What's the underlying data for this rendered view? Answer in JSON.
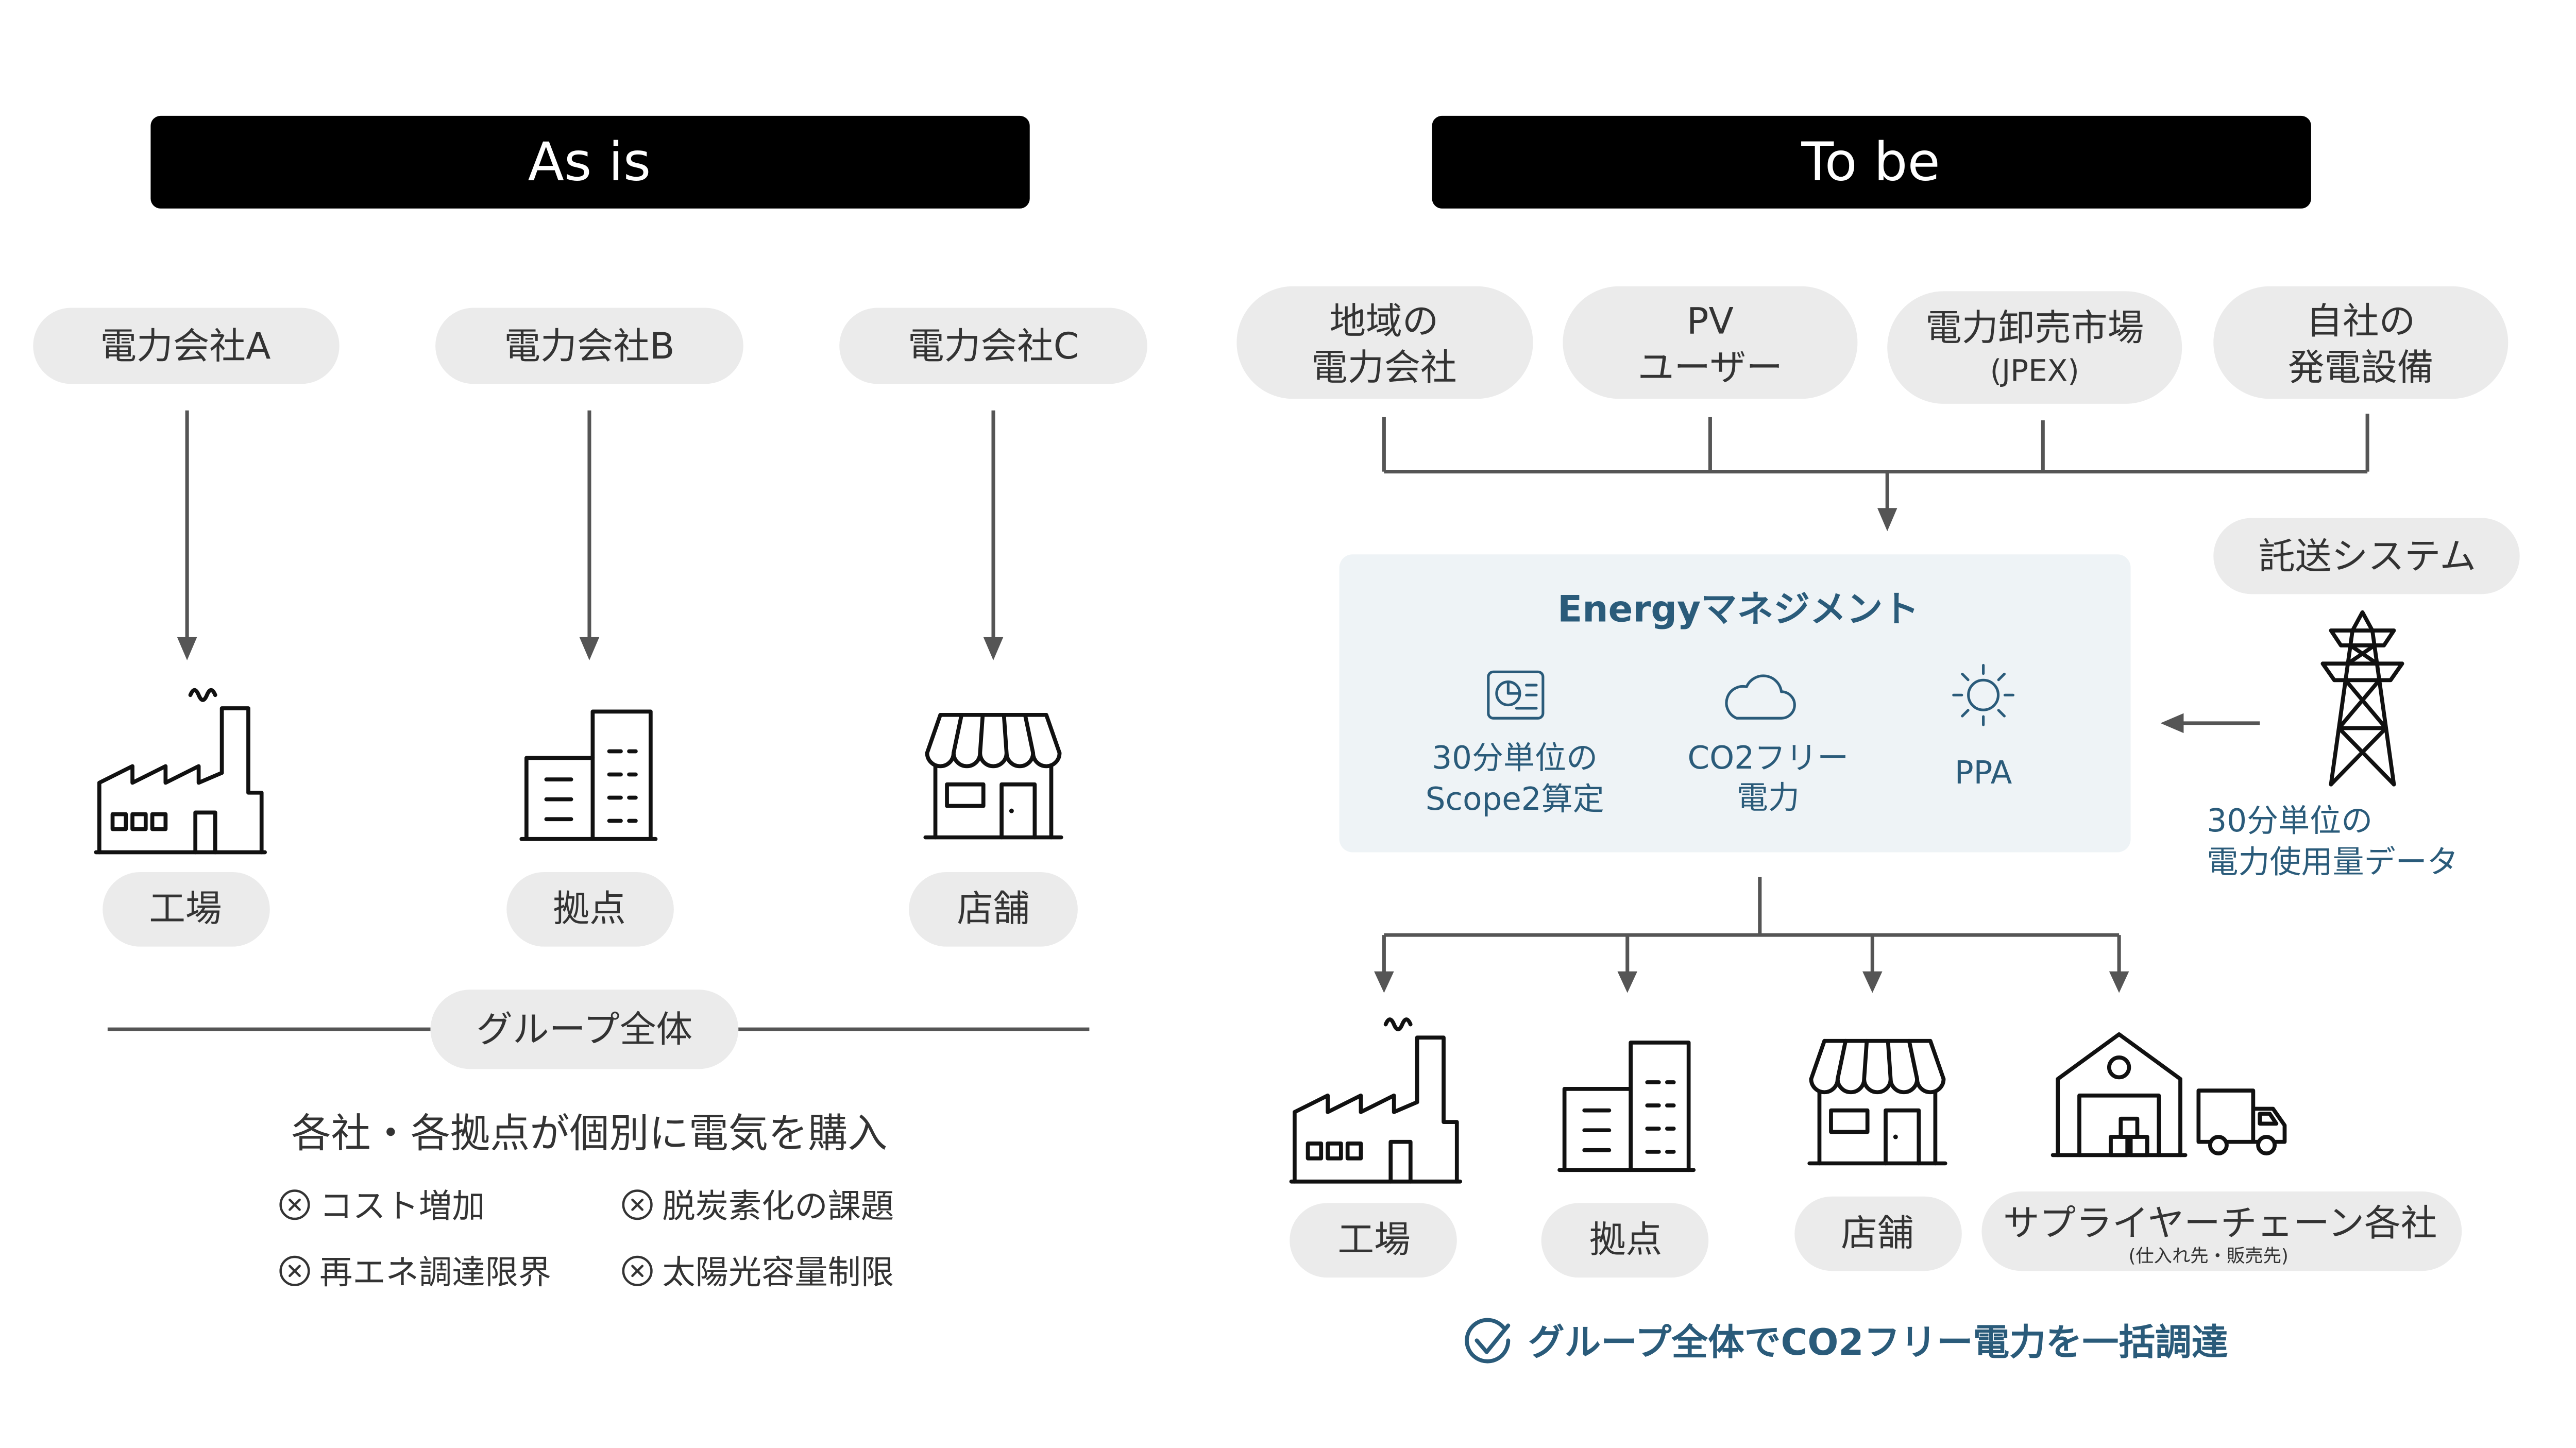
{
  "as_is": {
    "header": "As is",
    "suppliers": [
      "電力会社A",
      "電力会社B",
      "電力会社C"
    ],
    "sites": [
      {
        "label": "工場",
        "icon": "factory-icon"
      },
      {
        "label": "拠点",
        "icon": "building-icon"
      },
      {
        "label": "店舗",
        "icon": "store-icon"
      }
    ],
    "group_label": "グループ全体",
    "summary": "各社・各拠点が個別に電気を購入",
    "issues": [
      {
        "label": "コスト増加",
        "icon": "x-circle-icon"
      },
      {
        "label": "脱炭素化の課題",
        "icon": "x-circle-icon"
      },
      {
        "label": "再エネ調達限界",
        "icon": "x-circle-icon"
      },
      {
        "label": "太陽光容量制限",
        "icon": "x-circle-icon"
      }
    ]
  },
  "to_be": {
    "header": "To be",
    "sources": [
      {
        "lines": [
          "地域の",
          "電力会社"
        ]
      },
      {
        "lines": [
          "PV",
          "ユーザー"
        ]
      },
      {
        "lines": [
          "電力卸売市場",
          "(JPEX)"
        ]
      },
      {
        "lines": [
          "自社の",
          "発電設備"
        ]
      }
    ],
    "energy_management": {
      "title": "Energyマネジメント",
      "features": [
        {
          "icon": "chart-document-icon",
          "lines": [
            "30分単位の",
            "Scope2算定"
          ]
        },
        {
          "icon": "cloud-icon",
          "lines": [
            "CO2フリー",
            "電力"
          ]
        },
        {
          "icon": "sun-icon",
          "lines": [
            "PPA"
          ]
        }
      ]
    },
    "transmission": {
      "label": "託送システム",
      "icon": "power-tower-icon",
      "data_lines": [
        "30分単位の",
        "電力使用量データ"
      ]
    },
    "sites": [
      {
        "label": "工場",
        "icon": "factory-icon"
      },
      {
        "label": "拠点",
        "icon": "building-icon"
      },
      {
        "label": "店舗",
        "icon": "store-icon"
      },
      {
        "label": "サプライヤーチェーン各社",
        "sub": "(仕入れ先・販売先)",
        "icon": "warehouse-icon"
      }
    ],
    "result": {
      "label": "グループ全体でCO2フリー電力を一括調達",
      "icon": "check-circle-icon"
    }
  },
  "colors": {
    "header_bg": "#000000",
    "header_text": "#ffffff",
    "pill_bg": "#ebebeb",
    "text": "#333333",
    "line": "#555555",
    "accent": "#2a5b7a",
    "panel_bg": "#eef3f6"
  }
}
